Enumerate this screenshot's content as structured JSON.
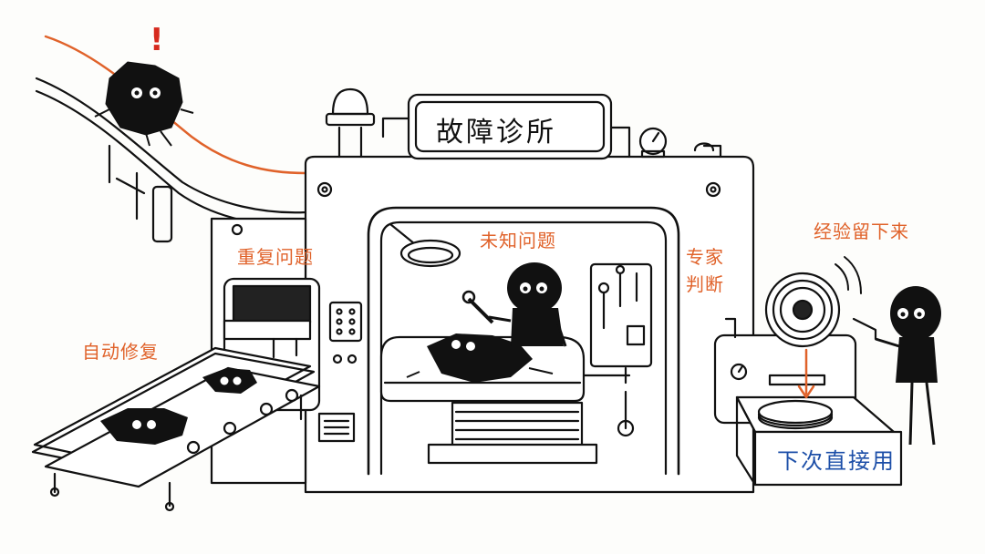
{
  "sign": "故障诊所",
  "labels": {
    "repeat_issue": "重复问题",
    "auto_repair": "自动修复",
    "unknown_issue": "未知问题",
    "expert_line1": "专家",
    "expert_line2": "判断",
    "experience": "经验留下来",
    "next_time": "下次直接用"
  },
  "alert_mark": "!",
  "colors": {
    "label_orange": "#e0622a",
    "blue_text": "#1d4fa8",
    "alert_red": "#d62a1e",
    "ink": "#111111"
  }
}
